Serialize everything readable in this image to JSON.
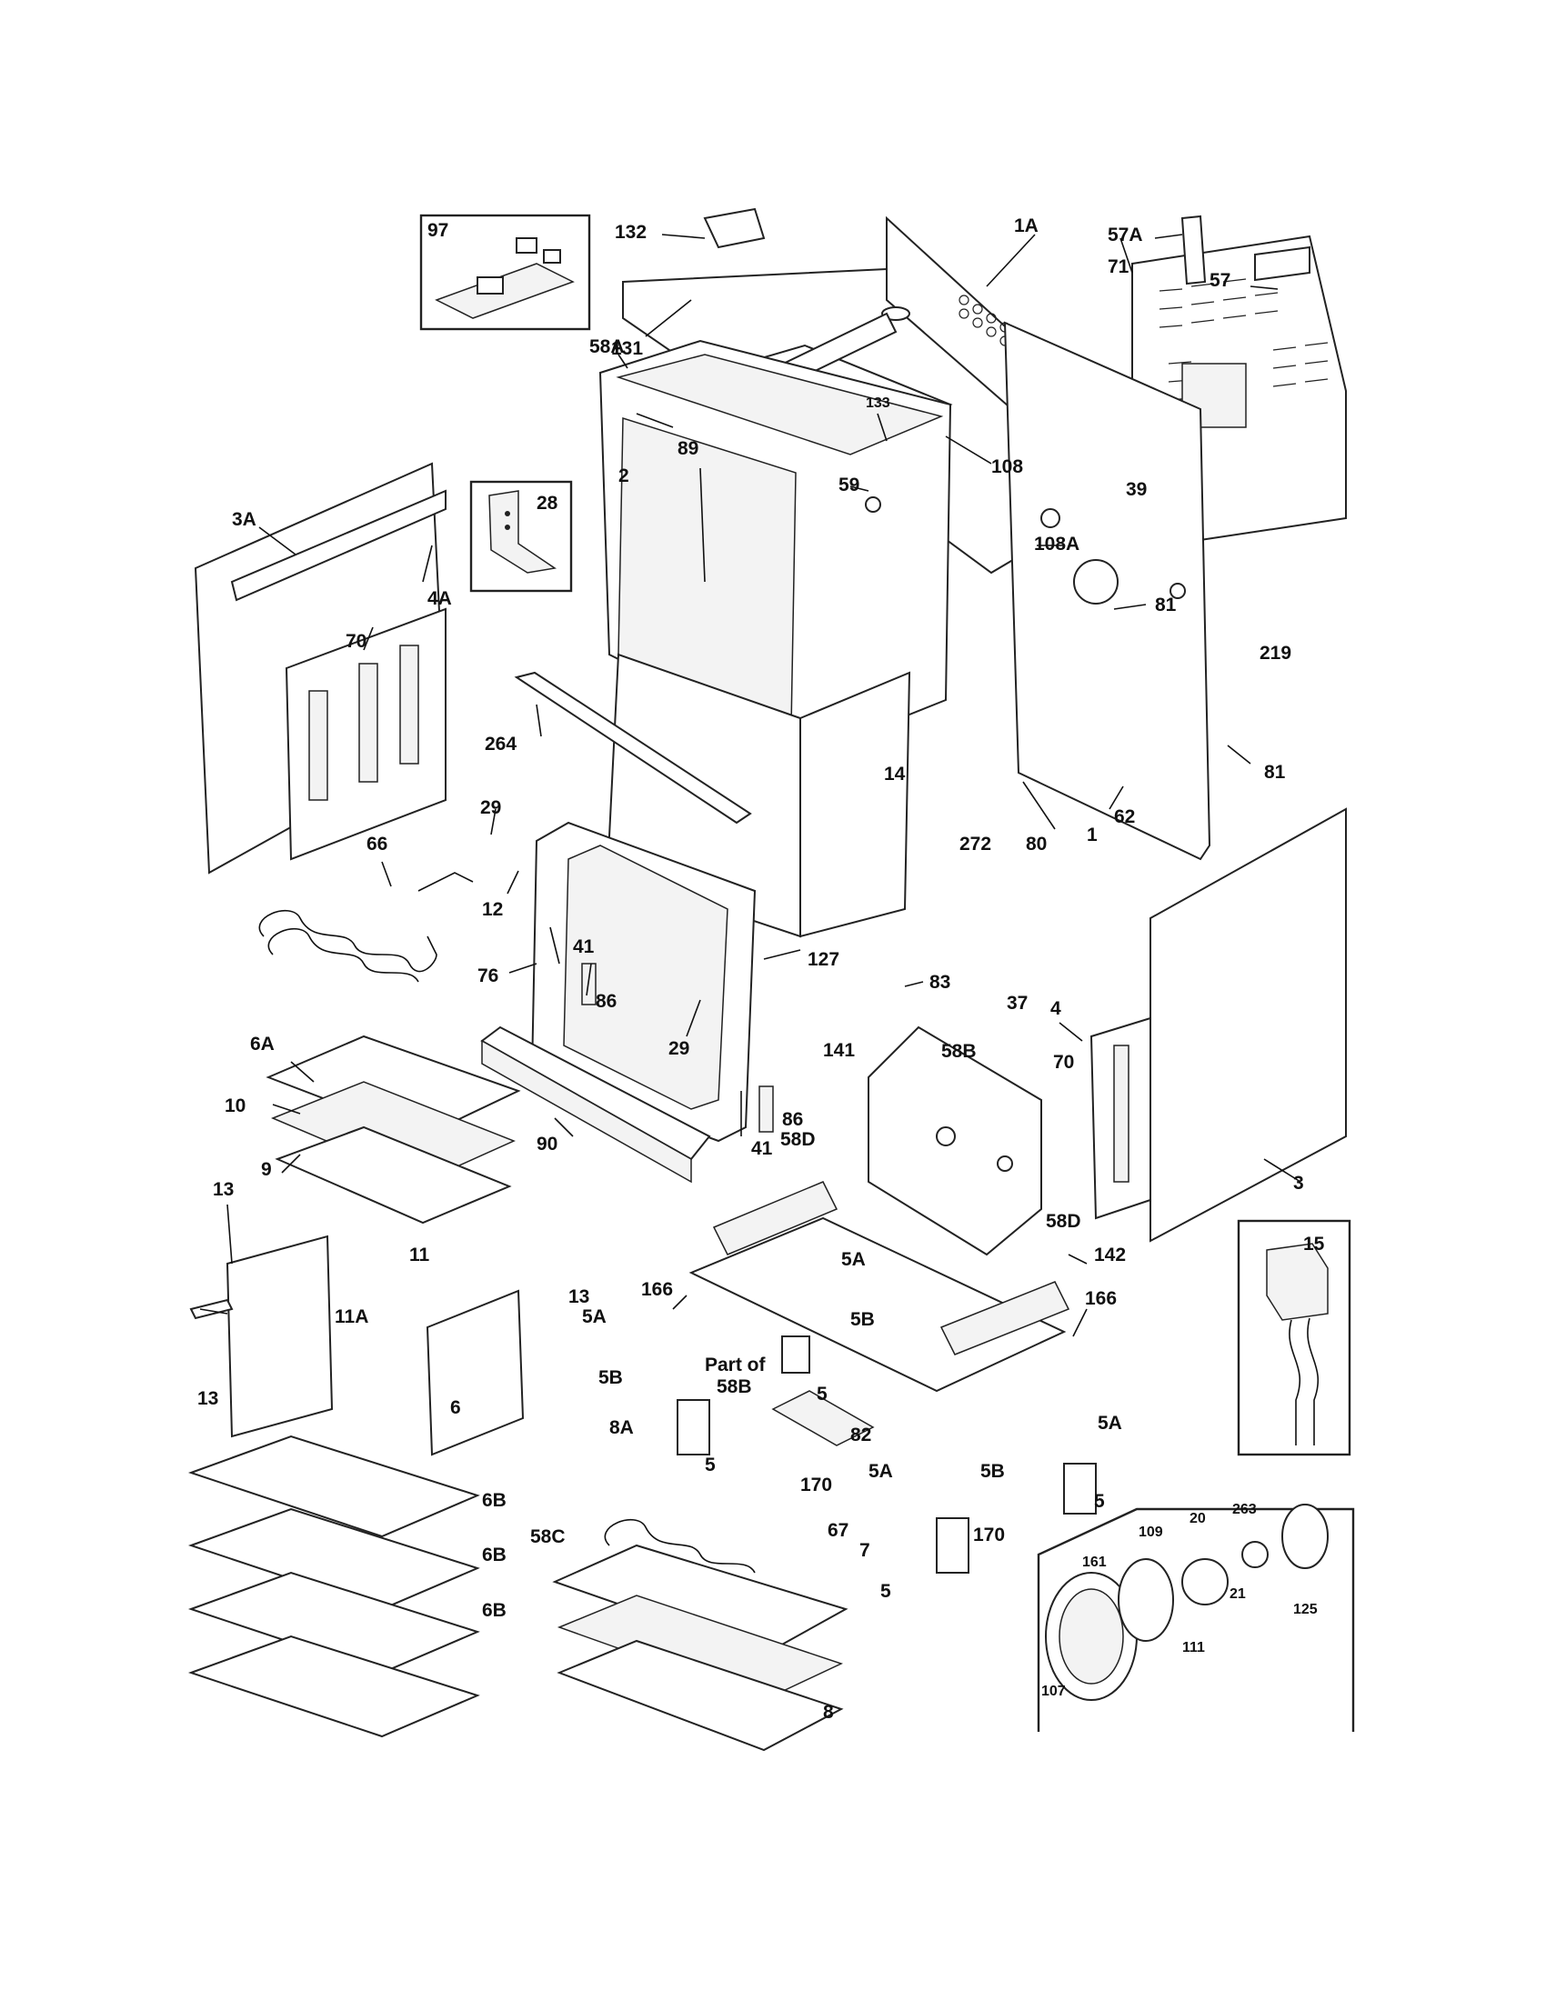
{
  "callouts": [
    {
      "id": "97",
      "text": "97"
    },
    {
      "id": "132",
      "text": "132"
    },
    {
      "id": "1A",
      "text": "1A"
    },
    {
      "id": "57A",
      "text": "57A"
    },
    {
      "id": "57",
      "text": "57"
    },
    {
      "id": "71",
      "text": "71"
    },
    {
      "id": "131",
      "text": "131"
    },
    {
      "id": "133",
      "text": "133"
    },
    {
      "id": "89",
      "text": "89"
    },
    {
      "id": "2",
      "text": "2"
    },
    {
      "id": "59",
      "text": "59"
    },
    {
      "id": "108",
      "text": "108"
    },
    {
      "id": "39",
      "text": "39"
    },
    {
      "id": "108A",
      "text": "108A"
    },
    {
      "id": "3A",
      "text": "3A"
    },
    {
      "id": "4A",
      "text": "4A"
    },
    {
      "id": "28",
      "text": "28"
    },
    {
      "id": "58A",
      "text": "58A"
    },
    {
      "id": "81a",
      "text": "81"
    },
    {
      "id": "219",
      "text": "219"
    },
    {
      "id": "70a",
      "text": "70"
    },
    {
      "id": "264",
      "text": "264"
    },
    {
      "id": "14",
      "text": "14"
    },
    {
      "id": "81b",
      "text": "81"
    },
    {
      "id": "29a",
      "text": "29"
    },
    {
      "id": "272",
      "text": "272"
    },
    {
      "id": "80",
      "text": "80"
    },
    {
      "id": "1",
      "text": "1"
    },
    {
      "id": "66",
      "text": "66"
    },
    {
      "id": "62",
      "text": "62"
    },
    {
      "id": "12",
      "text": "12"
    },
    {
      "id": "41a",
      "text": "41"
    },
    {
      "id": "127",
      "text": "127"
    },
    {
      "id": "76",
      "text": "76"
    },
    {
      "id": "83",
      "text": "83"
    },
    {
      "id": "4",
      "text": "4"
    },
    {
      "id": "86a",
      "text": "86"
    },
    {
      "id": "37",
      "text": "37"
    },
    {
      "id": "6A",
      "text": "6A"
    },
    {
      "id": "29b",
      "text": "29"
    },
    {
      "id": "58B",
      "text": "58B"
    },
    {
      "id": "70b",
      "text": "70"
    },
    {
      "id": "141",
      "text": "141"
    },
    {
      "id": "10",
      "text": "10"
    },
    {
      "id": "86b",
      "text": "86"
    },
    {
      "id": "41b",
      "text": "41"
    },
    {
      "id": "90",
      "text": "90"
    },
    {
      "id": "9",
      "text": "9"
    },
    {
      "id": "58D1",
      "text": "58D"
    },
    {
      "id": "3",
      "text": "3"
    },
    {
      "id": "15",
      "text": "15"
    },
    {
      "id": "13a",
      "text": "13"
    },
    {
      "id": "58D2",
      "text": "58D"
    },
    {
      "id": "142",
      "text": "142"
    },
    {
      "id": "11",
      "text": "11"
    },
    {
      "id": "5A1",
      "text": "5A"
    },
    {
      "id": "166a",
      "text": "166"
    },
    {
      "id": "166b",
      "text": "166"
    },
    {
      "id": "13b",
      "text": "13"
    },
    {
      "id": "5A2",
      "text": "5A"
    },
    {
      "id": "5B1",
      "text": "5B"
    },
    {
      "id": "11A",
      "text": "11A"
    },
    {
      "id": "partof1",
      "text": "Part of"
    },
    {
      "id": "partof2",
      "text": "58B"
    },
    {
      "id": "5B2",
      "text": "5B"
    },
    {
      "id": "5a",
      "text": "5"
    },
    {
      "id": "13c",
      "text": "13"
    },
    {
      "id": "82",
      "text": "82"
    },
    {
      "id": "5A3",
      "text": "5A"
    },
    {
      "id": "6",
      "text": "6"
    },
    {
      "id": "8A",
      "text": "8A"
    },
    {
      "id": "5b",
      "text": "5"
    },
    {
      "id": "170a",
      "text": "170"
    },
    {
      "id": "5A4",
      "text": "5A"
    },
    {
      "id": "5B3",
      "text": "5B"
    },
    {
      "id": "5c",
      "text": "5"
    },
    {
      "id": "6B1",
      "text": "6B"
    },
    {
      "id": "263",
      "text": "263"
    },
    {
      "id": "20",
      "text": "20"
    },
    {
      "id": "58C",
      "text": "58C"
    },
    {
      "id": "67",
      "text": "67"
    },
    {
      "id": "7",
      "text": "7"
    },
    {
      "id": "109",
      "text": "109"
    },
    {
      "id": "161",
      "text": "161"
    },
    {
      "id": "170b",
      "text": "170"
    },
    {
      "id": "6B2",
      "text": "6B"
    },
    {
      "id": "21",
      "text": "21"
    },
    {
      "id": "125",
      "text": "125"
    },
    {
      "id": "5d",
      "text": "5"
    },
    {
      "id": "111",
      "text": "111"
    },
    {
      "id": "6B3",
      "text": "6B"
    },
    {
      "id": "107",
      "text": "107"
    },
    {
      "id": "8",
      "text": "8"
    }
  ]
}
